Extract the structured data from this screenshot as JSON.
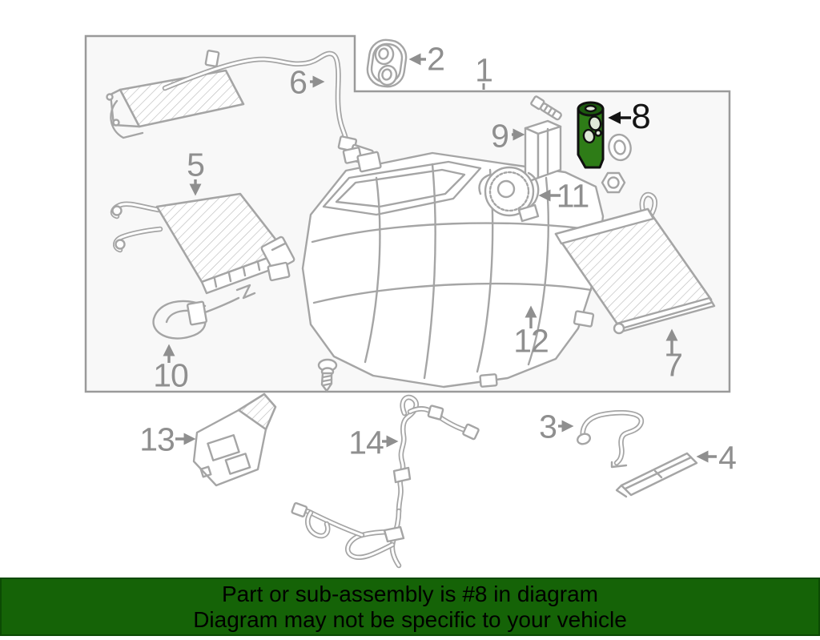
{
  "diagram": {
    "description": "Exploded parts diagram of HVAC evaporator and heater assembly",
    "highlighted_callout": "8",
    "callouts": [
      {
        "id": 1,
        "label": "1",
        "highlighted": false
      },
      {
        "id": 2,
        "label": "2",
        "highlighted": false
      },
      {
        "id": 3,
        "label": "3",
        "highlighted": false
      },
      {
        "id": 4,
        "label": "4",
        "highlighted": false
      },
      {
        "id": 5,
        "label": "5",
        "highlighted": false
      },
      {
        "id": 6,
        "label": "6",
        "highlighted": false
      },
      {
        "id": 7,
        "label": "7",
        "highlighted": false
      },
      {
        "id": 8,
        "label": "8",
        "highlighted": true
      },
      {
        "id": 9,
        "label": "9",
        "highlighted": false
      },
      {
        "id": 10,
        "label": "10",
        "highlighted": false
      },
      {
        "id": 11,
        "label": "11",
        "highlighted": false
      },
      {
        "id": 12,
        "label": "12",
        "highlighted": false
      },
      {
        "id": 13,
        "label": "13",
        "highlighted": false
      },
      {
        "id": 14,
        "label": "14",
        "highlighted": false
      }
    ]
  },
  "banner": {
    "line1": "Part or sub-assembly is #8 in diagram",
    "line2": "Diagram may not be specific to your vehicle"
  },
  "colors": {
    "banner-bg": "#156307",
    "banner-border": "#0c4a04",
    "banner-text": "#000000",
    "line-art": "#a5a5a5",
    "callout": "#8f8f8f",
    "highlight-fill": "#2e7c17",
    "highlight-dark": "#1c5a0e",
    "box-fill": "#f8f8f8",
    "box-border": "#9a9a9a"
  }
}
